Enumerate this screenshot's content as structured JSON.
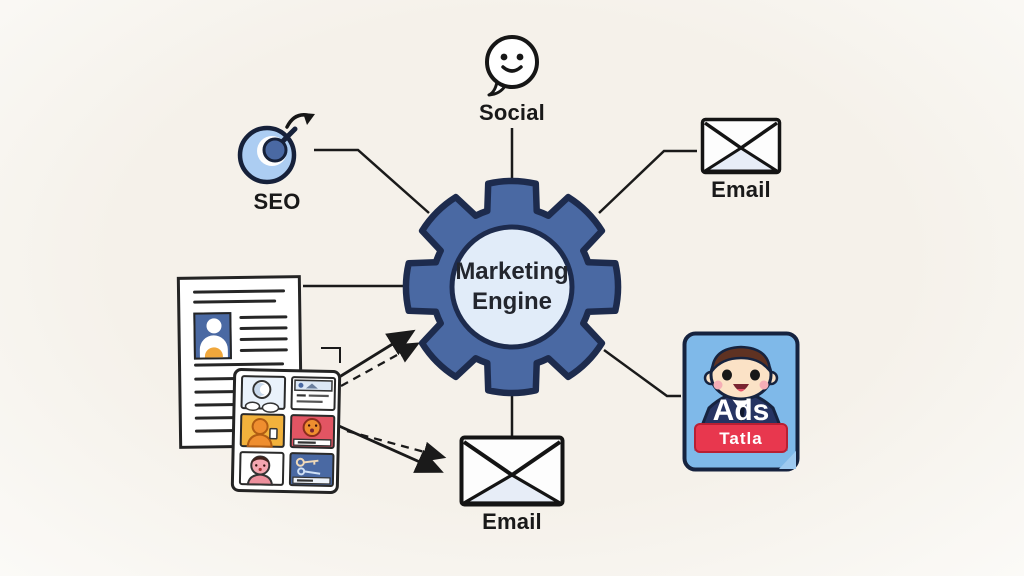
{
  "canvas": {
    "background_center": "#f5f1ea",
    "background_edge": "#fbfaf7",
    "line_color": "#1a1a1a"
  },
  "center": {
    "icon": "gear-icon",
    "label_line1": "Marketing",
    "label_line2": "Engine",
    "colors": {
      "gear": "#4a69a3",
      "outline": "#1d2b4d",
      "hub": "#e1ecf9",
      "text": "#23262e"
    }
  },
  "nodes": {
    "social": {
      "label": "Social",
      "icon": "speech-bubble-smiley-icon"
    },
    "seo": {
      "label": "SEO",
      "icon": "target-arrow-icon",
      "colors": {
        "ring": "#accdf2",
        "dot": "#4a69a3"
      }
    },
    "email_top": {
      "label": "Email",
      "icon": "envelope-icon"
    },
    "email_bottom": {
      "label": "Email",
      "icon": "envelope-icon"
    },
    "ads": {
      "label": "Ads",
      "banner_text": "Tatla",
      "icon": "ads-mascot-card-icon",
      "colors": {
        "card": "#7fb9e9",
        "suit": "#263462",
        "banner": "#e8374e"
      }
    },
    "content_document": {
      "icon": "document-icon"
    },
    "media_grid": {
      "icon": "media-grid-icon"
    }
  }
}
